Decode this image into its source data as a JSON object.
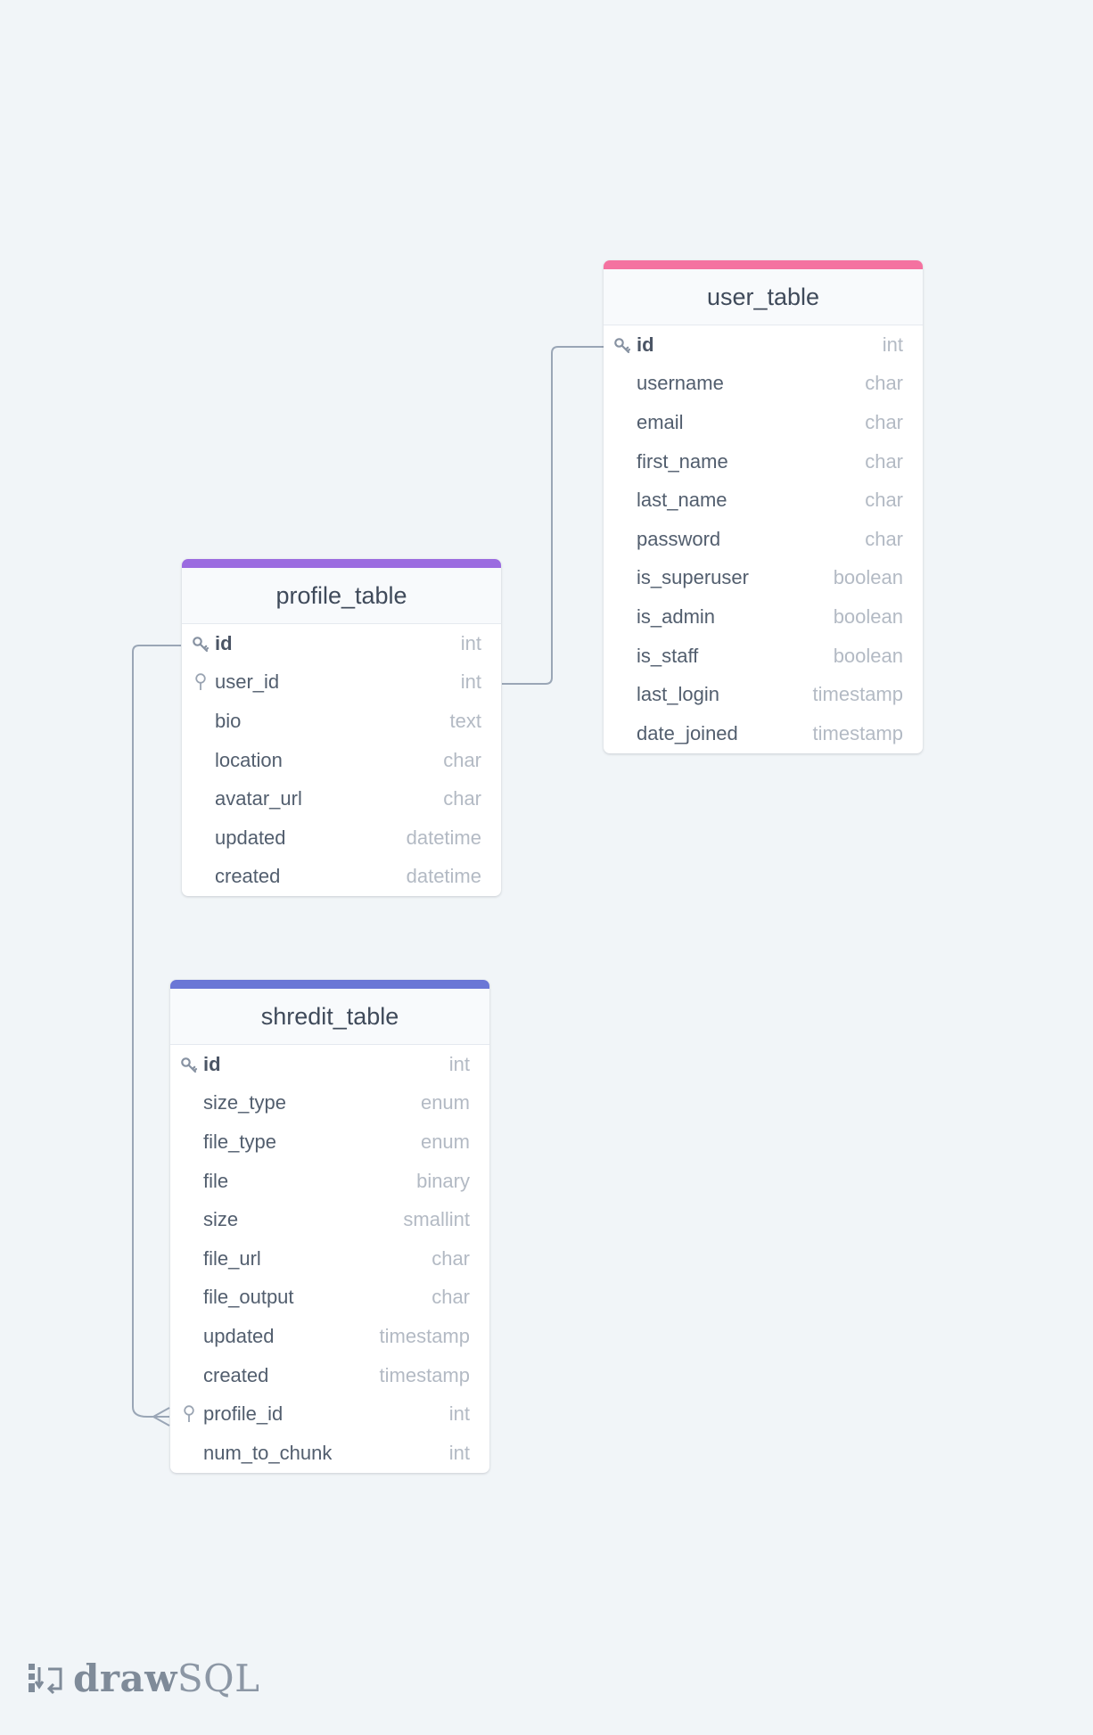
{
  "brand": {
    "prefix": "draw",
    "suffix": "SQL"
  },
  "tables": {
    "user_table": {
      "name": "user_table",
      "color": "#f472a0",
      "columns": [
        {
          "name": "id",
          "type": "int",
          "key": "primary"
        },
        {
          "name": "username",
          "type": "char"
        },
        {
          "name": "email",
          "type": "char"
        },
        {
          "name": "first_name",
          "type": "char"
        },
        {
          "name": "last_name",
          "type": "char"
        },
        {
          "name": "password",
          "type": "char"
        },
        {
          "name": "is_superuser",
          "type": "boolean"
        },
        {
          "name": "is_admin",
          "type": "boolean"
        },
        {
          "name": "is_staff",
          "type": "boolean"
        },
        {
          "name": "last_login",
          "type": "timestamp"
        },
        {
          "name": "date_joined",
          "type": "timestamp"
        }
      ]
    },
    "profile_table": {
      "name": "profile_table",
      "color": "#9b6be0",
      "columns": [
        {
          "name": "id",
          "type": "int",
          "key": "primary"
        },
        {
          "name": "user_id",
          "type": "int",
          "key": "foreign"
        },
        {
          "name": "bio",
          "type": "text"
        },
        {
          "name": "location",
          "type": "char"
        },
        {
          "name": "avatar_url",
          "type": "char"
        },
        {
          "name": "updated",
          "type": "datetime"
        },
        {
          "name": "created",
          "type": "datetime"
        }
      ]
    },
    "shredit_table": {
      "name": "shredit_table",
      "color": "#6b77d6",
      "columns": [
        {
          "name": "id",
          "type": "int",
          "key": "primary"
        },
        {
          "name": "size_type",
          "type": "enum"
        },
        {
          "name": "file_type",
          "type": "enum"
        },
        {
          "name": "file",
          "type": "binary"
        },
        {
          "name": "size",
          "type": "smallint"
        },
        {
          "name": "file_url",
          "type": "char"
        },
        {
          "name": "file_output",
          "type": "char"
        },
        {
          "name": "updated",
          "type": "timestamp"
        },
        {
          "name": "created",
          "type": "timestamp"
        },
        {
          "name": "profile_id",
          "type": "int",
          "key": "foreign"
        },
        {
          "name": "num_to_chunk",
          "type": "int"
        }
      ]
    }
  },
  "relations": [
    {
      "from": "profile_table.user_id",
      "to": "user_table.id",
      "cardinality": "one-to-one"
    },
    {
      "from": "shredit_table.profile_id",
      "to": "profile_table.id",
      "cardinality": "many-to-one"
    }
  ],
  "icons": {
    "primary_key": "key-icon",
    "foreign_key": "foreign-key-icon"
  }
}
